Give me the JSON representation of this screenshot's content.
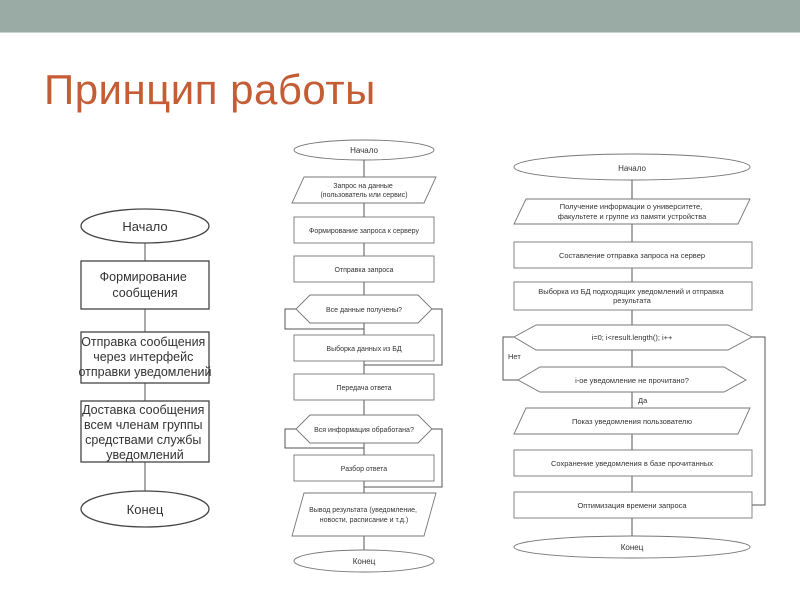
{
  "slide": {
    "title": "Принцип работы"
  },
  "flowchart_a": {
    "start": "Начало",
    "step1": [
      "Формирование",
      "сообщения"
    ],
    "step2": [
      "Отправка сообщения",
      "через интерфейс",
      "отправки уведомлений"
    ],
    "step3": [
      "Доставка сообщения",
      "всем членам группы",
      "средствами службы",
      "уведомлений"
    ],
    "end": "Конец"
  },
  "flowchart_b": {
    "start": "Начало",
    "input": [
      "Запрос на данные",
      "(пользователь или сервис)"
    ],
    "form_request": "Формирование запроса к серверу",
    "send_request": "Отправка запроса",
    "decision1": "Все данные получены?",
    "db_select": "Выборка данных из БД",
    "send_answer": "Передача ответа",
    "decision2": "Вся информация обработана?",
    "parse_answer": "Разбор ответа",
    "output": [
      "Вывод результата (уведомление,",
      "новости, расписание и т.д.)"
    ],
    "end": "Конец"
  },
  "flowchart_c": {
    "start": "Начало",
    "input": [
      "Получение информации о университете,",
      "факультете и группе из памяти устройства"
    ],
    "compose": "Составление отправка запроса на сервер",
    "db_select": [
      "Выборка из БД подходящих уведомлений и отправка",
      "результата"
    ],
    "loop": "i=0; i<result.length(); i++",
    "decision": "i-ое уведомление не прочитано?",
    "no_label": "Нет",
    "yes_label": "Да",
    "show": "Показ уведомления пользователю",
    "save": "Сохранение уведомления в базе прочитанных",
    "optimize": "Оптимизация времени запроса",
    "end": "Конец"
  }
}
